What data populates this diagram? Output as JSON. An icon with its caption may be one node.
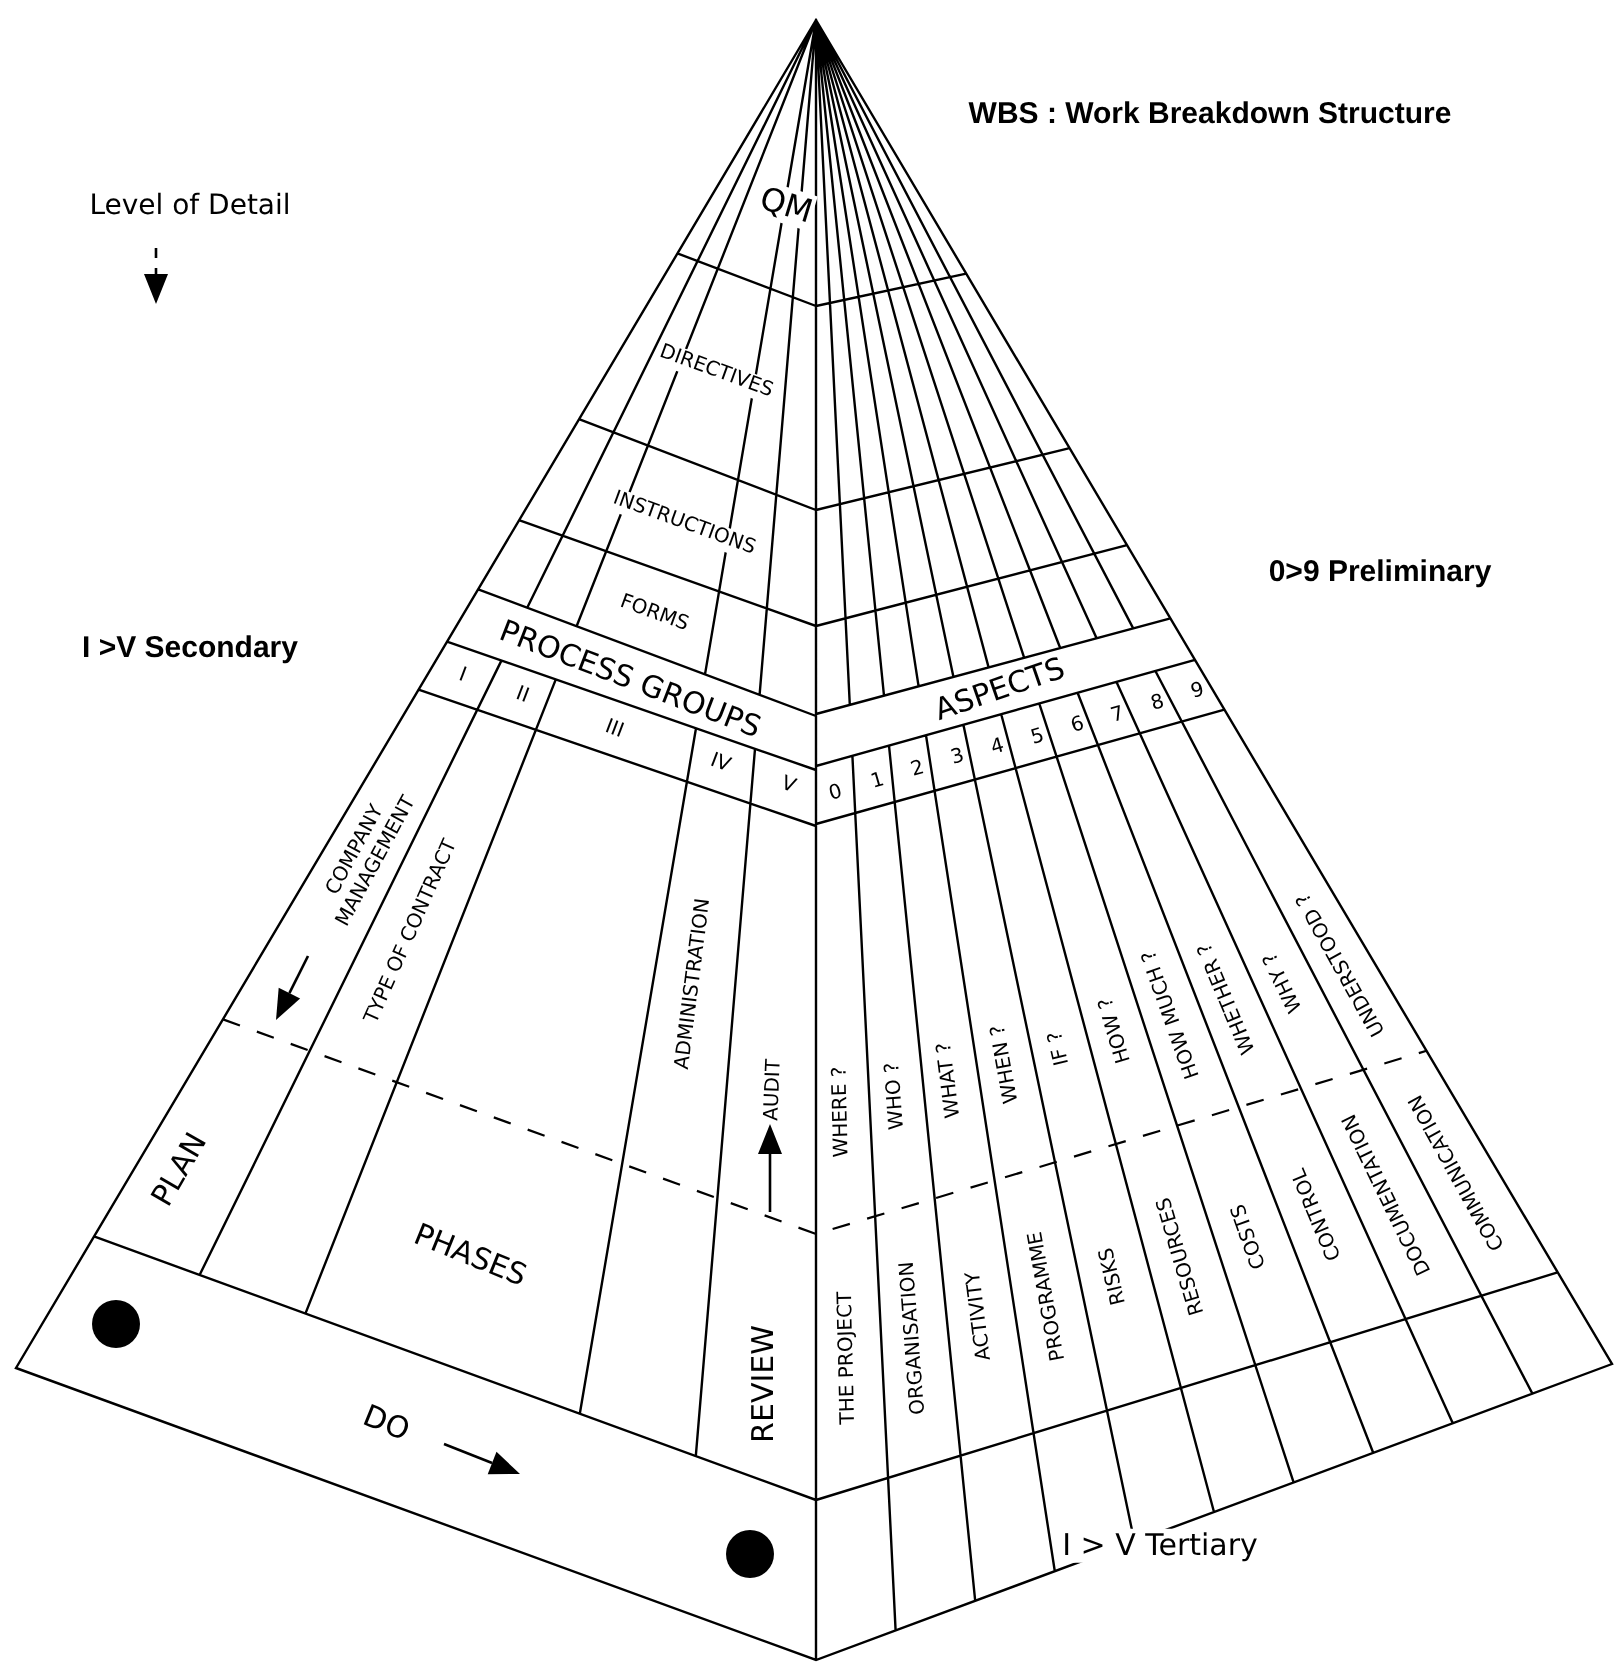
{
  "diagram": {
    "title": "WBS : Work Breakdown Structure",
    "labels": [
      "Level of Detail",
      "QM",
      "DIRECTIVES",
      "INSTRUCTIONS",
      "0>9 Preliminary",
      "FORMS",
      "I >V Secondary",
      "PROCESS GROUPS",
      "ASPECTS",
      "I",
      "II",
      "III",
      "IV",
      "V",
      "0",
      "1",
      "2",
      "3",
      "4",
      "5",
      "6",
      "7",
      "8",
      "9",
      "COMPANY MANAGEMENT",
      "TYPE OF CONTRACT",
      "ADMINISTRATION",
      "AUDIT",
      "WHERE ?",
      "WHO ?",
      "WHAT ?",
      "WHEN ?",
      "IF ?",
      "HOW ?",
      "HOW MUCH ?",
      "WHETHER ?",
      "WHY ?",
      "UNDERSTOOD ?",
      "PLAN",
      "PHASES",
      "THE PROJECT",
      "ORGANISATION",
      "ACTIVITY",
      "PROGRAMME",
      "RISKS",
      "RESOURCES",
      "COSTS",
      "CONTROL",
      "DOCUMENTATION",
      "COMMUNICATION",
      "DO",
      "REVIEW",
      "I > V Tertiary"
    ]
  }
}
